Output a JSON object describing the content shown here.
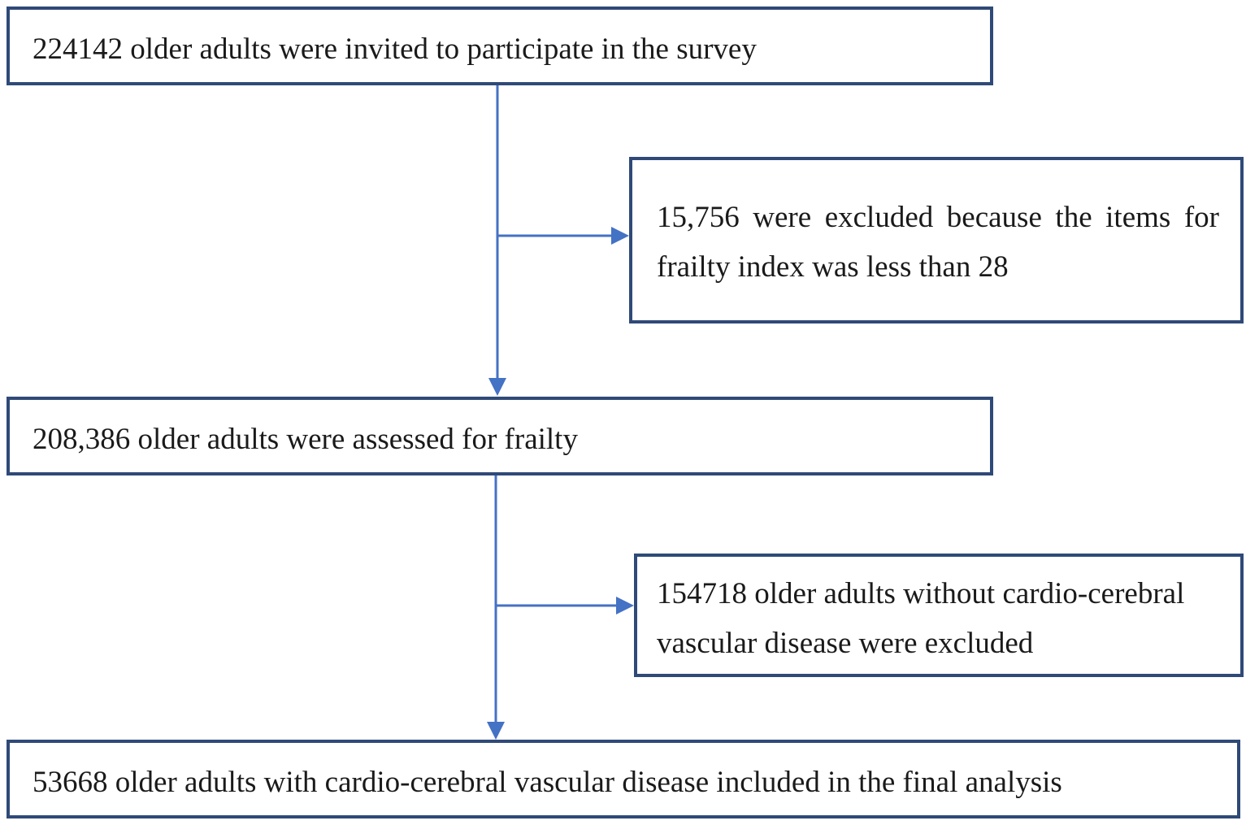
{
  "colors": {
    "box_border": "#2f4a78",
    "arrow": "#4472c4",
    "text": "#1a1a1a"
  },
  "steps": {
    "invited": "224142 older adults were invited to participate in the survey",
    "assessed": "208,386 older adults were assessed for frailty",
    "final": "53668 older adults with cardio-cerebral vascular disease included in the final analysis"
  },
  "exclusions": {
    "frailty_items": "15,756 were excluded because the items for frailty index was less than 28",
    "no_ccvd": "154718 older adults without cardio-cerebral vascular disease were excluded"
  }
}
